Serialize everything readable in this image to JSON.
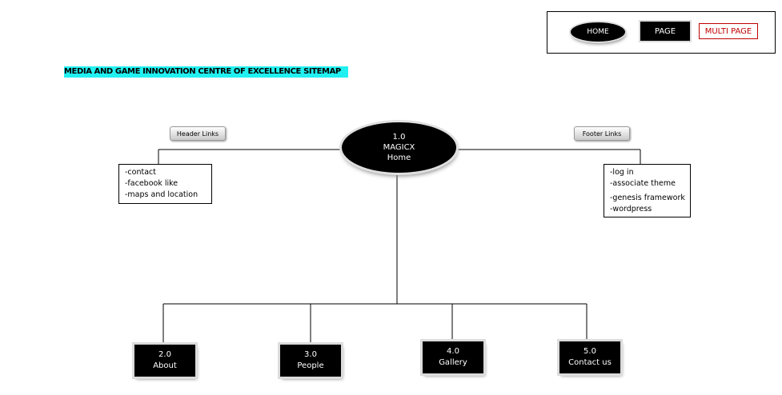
{
  "legend": {
    "home": "HOME",
    "page": "PAGE",
    "multi_page": "MULTI PAGE",
    "multi_page_color": "#c00000"
  },
  "title": "MEDIA AND GAME INNOVATION CENTRE OF EXCELLENCE SITEMAP",
  "title_highlight": "#22f0f0",
  "home": {
    "number": "1.0",
    "name": "MAGICX",
    "label": "Home"
  },
  "header_links": {
    "label": "Header Links",
    "items": [
      "-contact",
      "-facebook like",
      "-maps and location"
    ]
  },
  "footer_links": {
    "label": "Footer Links",
    "items": [
      "-log in",
      "-associate theme",
      "-genesis framework",
      "-wordpress"
    ]
  },
  "pages": [
    {
      "number": "2.0",
      "label": "About"
    },
    {
      "number": "3.0",
      "label": "People"
    },
    {
      "number": "4.0",
      "label": "Gallery"
    },
    {
      "number": "5.0",
      "label": "Contact us"
    }
  ]
}
